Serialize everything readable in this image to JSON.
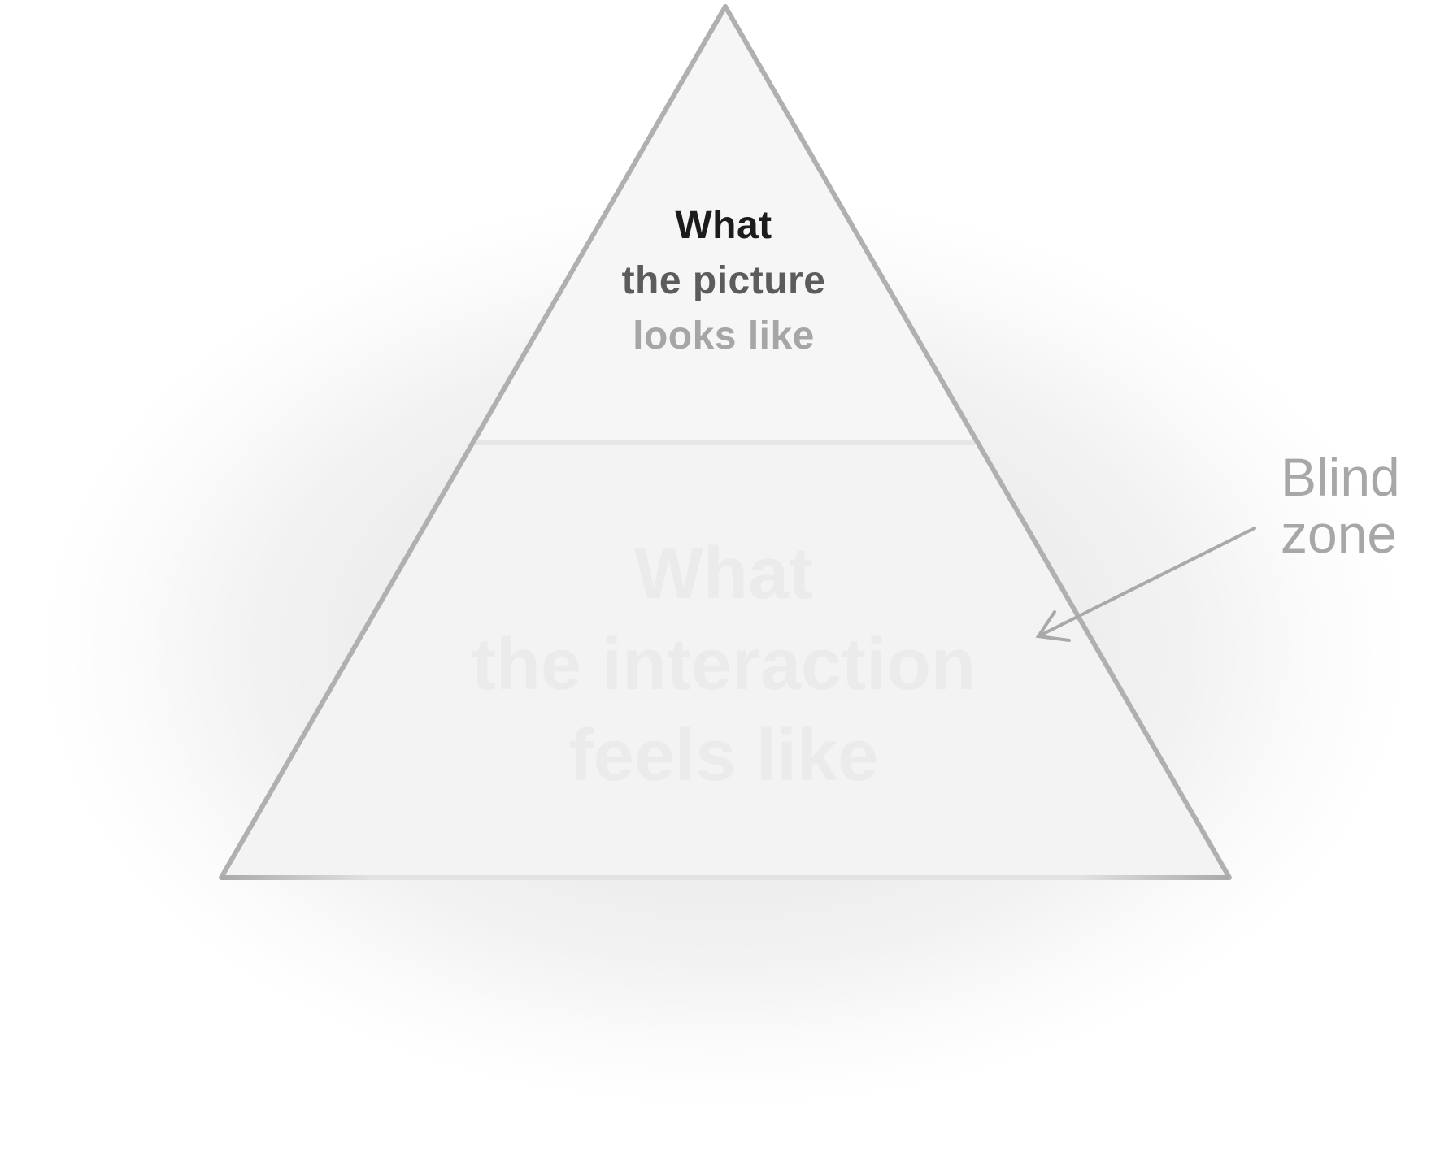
{
  "top_tier": {
    "line1": "What",
    "line2": "the picture",
    "line3": "looks like"
  },
  "bottom_tier": {
    "line1": "What",
    "line2": "the interaction",
    "line3": "feels like"
  },
  "callout": {
    "line1": "Blind",
    "line2": "zone"
  },
  "colors": {
    "apex_stroke": "#111111",
    "base_stroke": "#bdbdbd",
    "divider": "#e6e6e6",
    "fill": "#f3f3f3",
    "callout": "#a7a7a7"
  },
  "icons": {
    "arrow": "arrow-pointing-left-down-icon"
  }
}
